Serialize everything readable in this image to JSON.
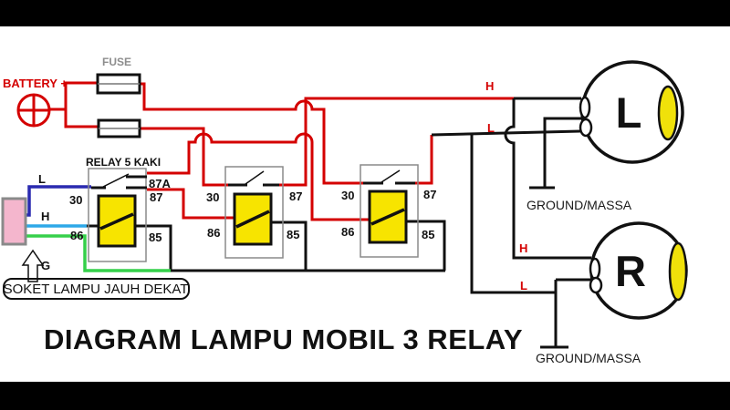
{
  "title": "DIAGRAM LAMPU MOBIL 3 RELAY",
  "battery": {
    "label": "BATTERY +"
  },
  "fuse": {
    "label": "FUSE"
  },
  "relay_group": {
    "label": "RELAY 5 KAKI"
  },
  "relays": [
    {
      "pins": {
        "p30": "30",
        "p87a": "87A",
        "p87": "87",
        "p86": "86",
        "p85": "85"
      }
    },
    {
      "pins": {
        "p30": "30",
        "p87": "87",
        "p86": "86",
        "p85": "85"
      }
    },
    {
      "pins": {
        "p30": "30",
        "p87": "87",
        "p86": "86",
        "p85": "85"
      }
    }
  ],
  "socket": {
    "caption": "SOKET LAMPU JAUH DEKAT",
    "pins": {
      "l": "L",
      "h": "H",
      "g": "G"
    }
  },
  "wire_labels": {
    "h_top": "H",
    "l_top": "L",
    "h_right": "H",
    "l_right": "L"
  },
  "lamps": {
    "left_letter": "L",
    "right_letter": "R",
    "ground_left": "GROUND/MASSA",
    "ground_right": "GROUND/MASSA"
  },
  "colors": {
    "wire_red": "#d40000",
    "wire_dark_blue": "#2a2ab0",
    "wire_light_blue": "#2da8e8",
    "wire_green": "#35d04a",
    "coil_yellow": "#f7e400",
    "lens_yellow": "#f0e10a",
    "connector_pink": "#f4b6cd",
    "box_gray": "#8a8a8a",
    "letterbox_black": "#000000"
  }
}
